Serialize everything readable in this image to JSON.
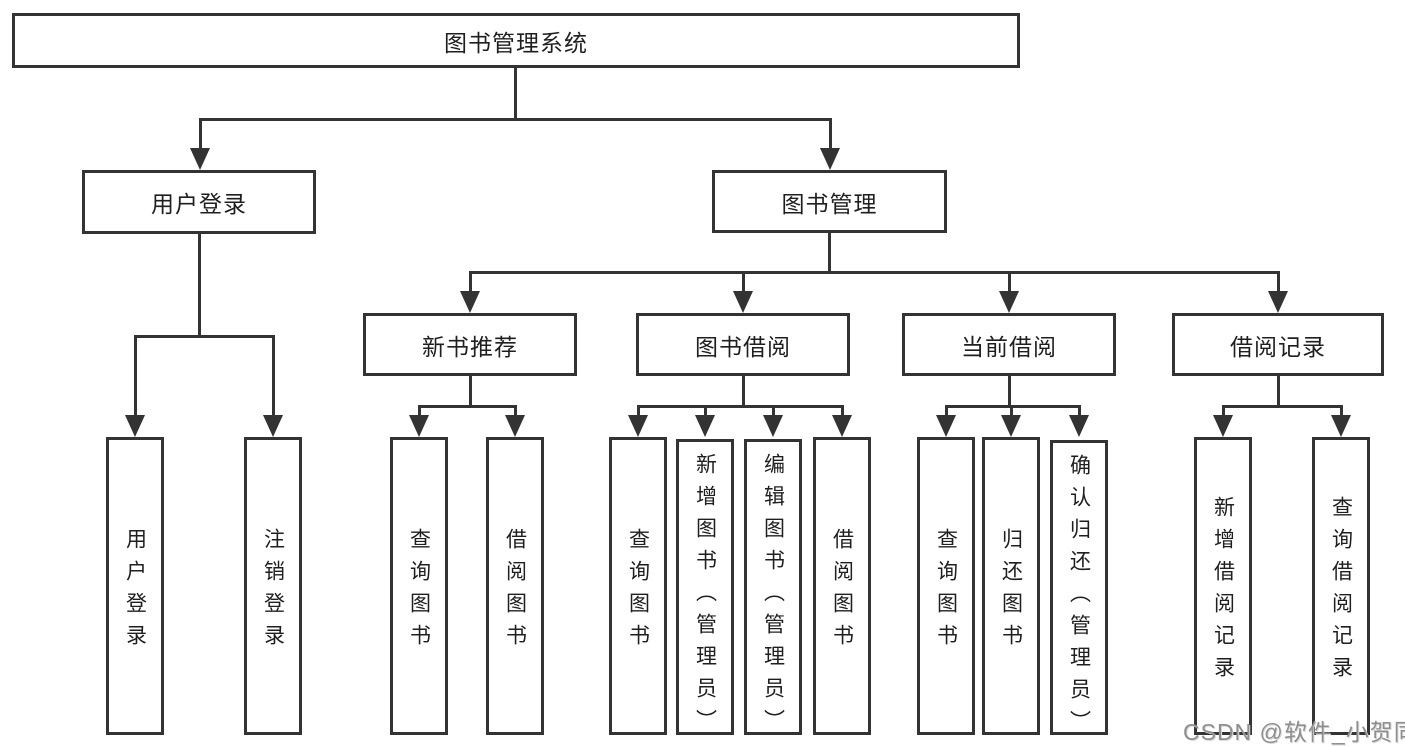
{
  "diagram_title": "图书管理系统",
  "tree": {
    "label": "图书管理系统",
    "children": [
      {
        "label": "用户登录",
        "children": [
          {
            "label": "用户登录"
          },
          {
            "label": "注销登录"
          }
        ]
      },
      {
        "label": "图书管理",
        "children": [
          {
            "label": "新书推荐",
            "children": [
              {
                "label": "查询图书"
              },
              {
                "label": "借阅图书"
              }
            ]
          },
          {
            "label": "图书借阅",
            "children": [
              {
                "label": "查询图书"
              },
              {
                "label": "新增图书（管理员）"
              },
              {
                "label": "编辑图书（管理员）"
              },
              {
                "label": "借阅图书"
              }
            ]
          },
          {
            "label": "当前借阅",
            "children": [
              {
                "label": "查询图书"
              },
              {
                "label": "归还图书"
              },
              {
                "label": "确认归还（管理员）"
              }
            ]
          },
          {
            "label": "借阅记录",
            "children": [
              {
                "label": "新增借阅记录"
              },
              {
                "label": "查询借阅记录"
              }
            ]
          }
        ]
      }
    ]
  },
  "watermark": {
    "text": "CSDN @软件_小贺同学"
  },
  "colors": {
    "line": "#333333",
    "box_border": "#333333",
    "box_fill": "#ffffff",
    "text": "#1f1f1f",
    "watermark": "#8f8f8f",
    "background": "#ffffff"
  }
}
